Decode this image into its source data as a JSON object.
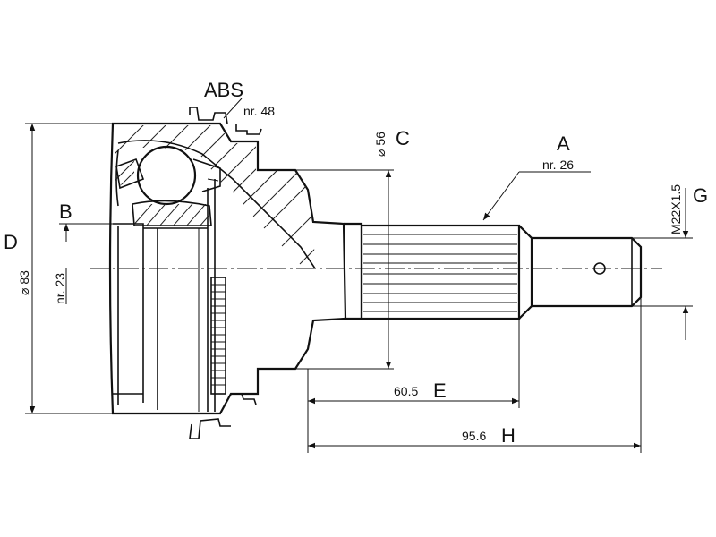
{
  "labels": {
    "abs": "ABS",
    "abs_nr": "nr. 48",
    "dia56_value": "⌀ 56",
    "dia56_letter": "C",
    "a_letter": "A",
    "a_nr": "nr. 26",
    "thread_value": "M22X1.5",
    "thread_letter": "G",
    "b_letter": "B",
    "d_letter": "D",
    "dia83_value": "⌀ 83",
    "b_nr": "nr. 23",
    "len_e_value": "60.5",
    "len_e_letter": "E",
    "len_h_value": "95.6",
    "len_h_letter": "H"
  },
  "dimensions": {
    "outer_diameter_mm": 83,
    "stem_diameter_mm": 56,
    "thread": "M22X1.5",
    "spline_length_mm": 60.5,
    "overall_length_mm": 95.6,
    "abs_teeth": 48,
    "outer_spline_teeth": 26,
    "inner_spline_teeth": 23
  },
  "colors": {
    "line": "#111111",
    "background": "#ffffff"
  }
}
